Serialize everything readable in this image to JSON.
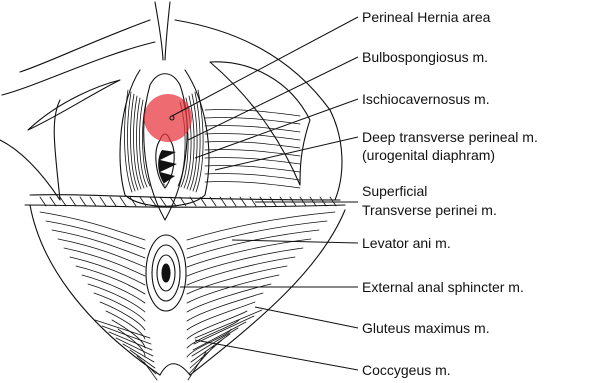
{
  "labels": [
    {
      "id": "perineal-hernia",
      "lines": [
        "Perineal Hernia area"
      ]
    },
    {
      "id": "bulbospongiosus",
      "lines": [
        "Bulbospongiosus m."
      ]
    },
    {
      "id": "ischiocavernosus",
      "lines": [
        "Ischiocavernosus m."
      ]
    },
    {
      "id": "deep-transverse",
      "lines": [
        "Deep transverse perineal m.",
        "(urogenital diaphram)"
      ]
    },
    {
      "id": "superficial-transverse",
      "lines": [
        "Superficial",
        "Transverse perinei m."
      ]
    },
    {
      "id": "levator-ani",
      "lines": [
        "Levator ani m."
      ]
    },
    {
      "id": "external-anal-sphincter",
      "lines": [
        "External anal sphincter m."
      ]
    },
    {
      "id": "gluteus-maximus",
      "lines": [
        "Gluteus maximus m."
      ]
    },
    {
      "id": "coccygeus",
      "lines": [
        "Coccygeus m."
      ]
    }
  ],
  "colors": {
    "ink": "#111111",
    "hernia_highlight": "#e8323c",
    "background": "#ffffff"
  }
}
